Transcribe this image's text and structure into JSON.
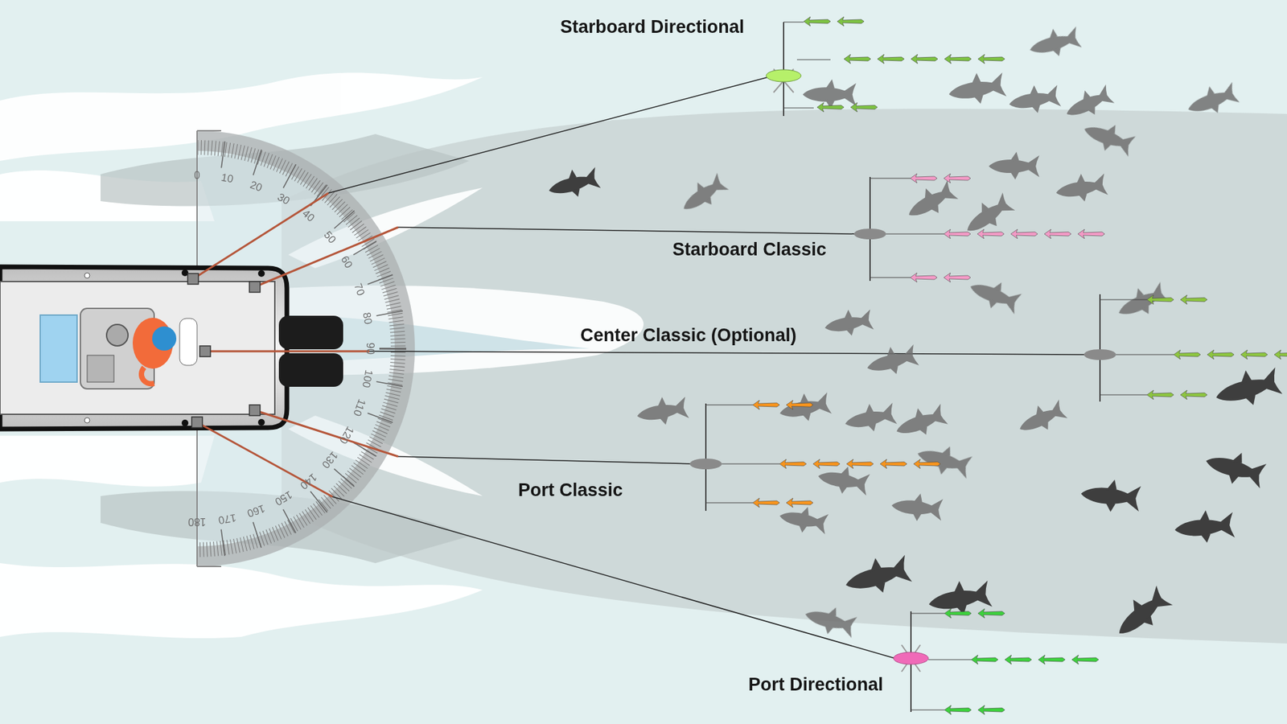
{
  "diagram": {
    "labels": [
      "Starboard Directional",
      "Starboard Classic",
      "Center Classic (Optional)",
      "Port Classic",
      "Port Directional",
      "0",
      "10",
      "20",
      "30",
      "40",
      "50",
      "60",
      "70",
      "80",
      "90",
      "100",
      "110",
      "120",
      "130",
      "140",
      "150",
      "160",
      "170",
      "180"
    ]
  }
}
